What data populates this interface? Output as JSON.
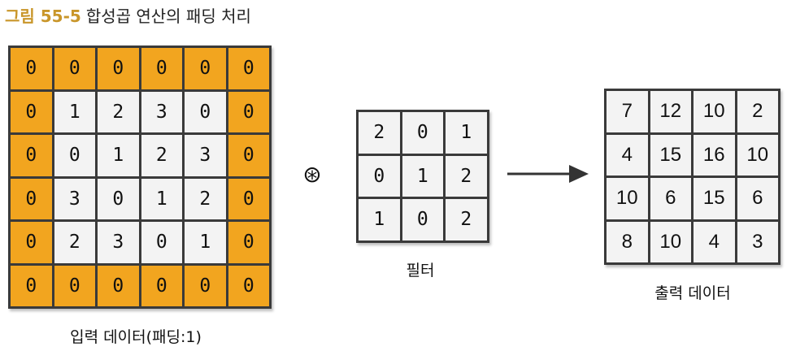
{
  "title": {
    "number": "그림 55-5",
    "text": "합성곱 연산의 패딩 처리"
  },
  "operator_symbol": "⊛",
  "input": {
    "caption": "입력 데이터(패딩:1)",
    "rows": [
      [
        0,
        0,
        0,
        0,
        0,
        0
      ],
      [
        0,
        1,
        2,
        3,
        0,
        0
      ],
      [
        0,
        0,
        1,
        2,
        3,
        0
      ],
      [
        0,
        3,
        0,
        1,
        2,
        0
      ],
      [
        0,
        2,
        3,
        0,
        1,
        0
      ],
      [
        0,
        0,
        0,
        0,
        0,
        0
      ]
    ],
    "padding": 1,
    "pad_color": "#f2a51f",
    "cell_color": "#f3f3f3"
  },
  "filter": {
    "caption": "필터",
    "rows": [
      [
        2,
        0,
        1
      ],
      [
        0,
        1,
        2
      ],
      [
        1,
        0,
        2
      ]
    ]
  },
  "output": {
    "caption": "출력 데이터",
    "rows": [
      [
        7,
        12,
        10,
        2
      ],
      [
        4,
        15,
        16,
        10
      ],
      [
        10,
        6,
        15,
        6
      ],
      [
        8,
        10,
        4,
        3
      ]
    ]
  }
}
